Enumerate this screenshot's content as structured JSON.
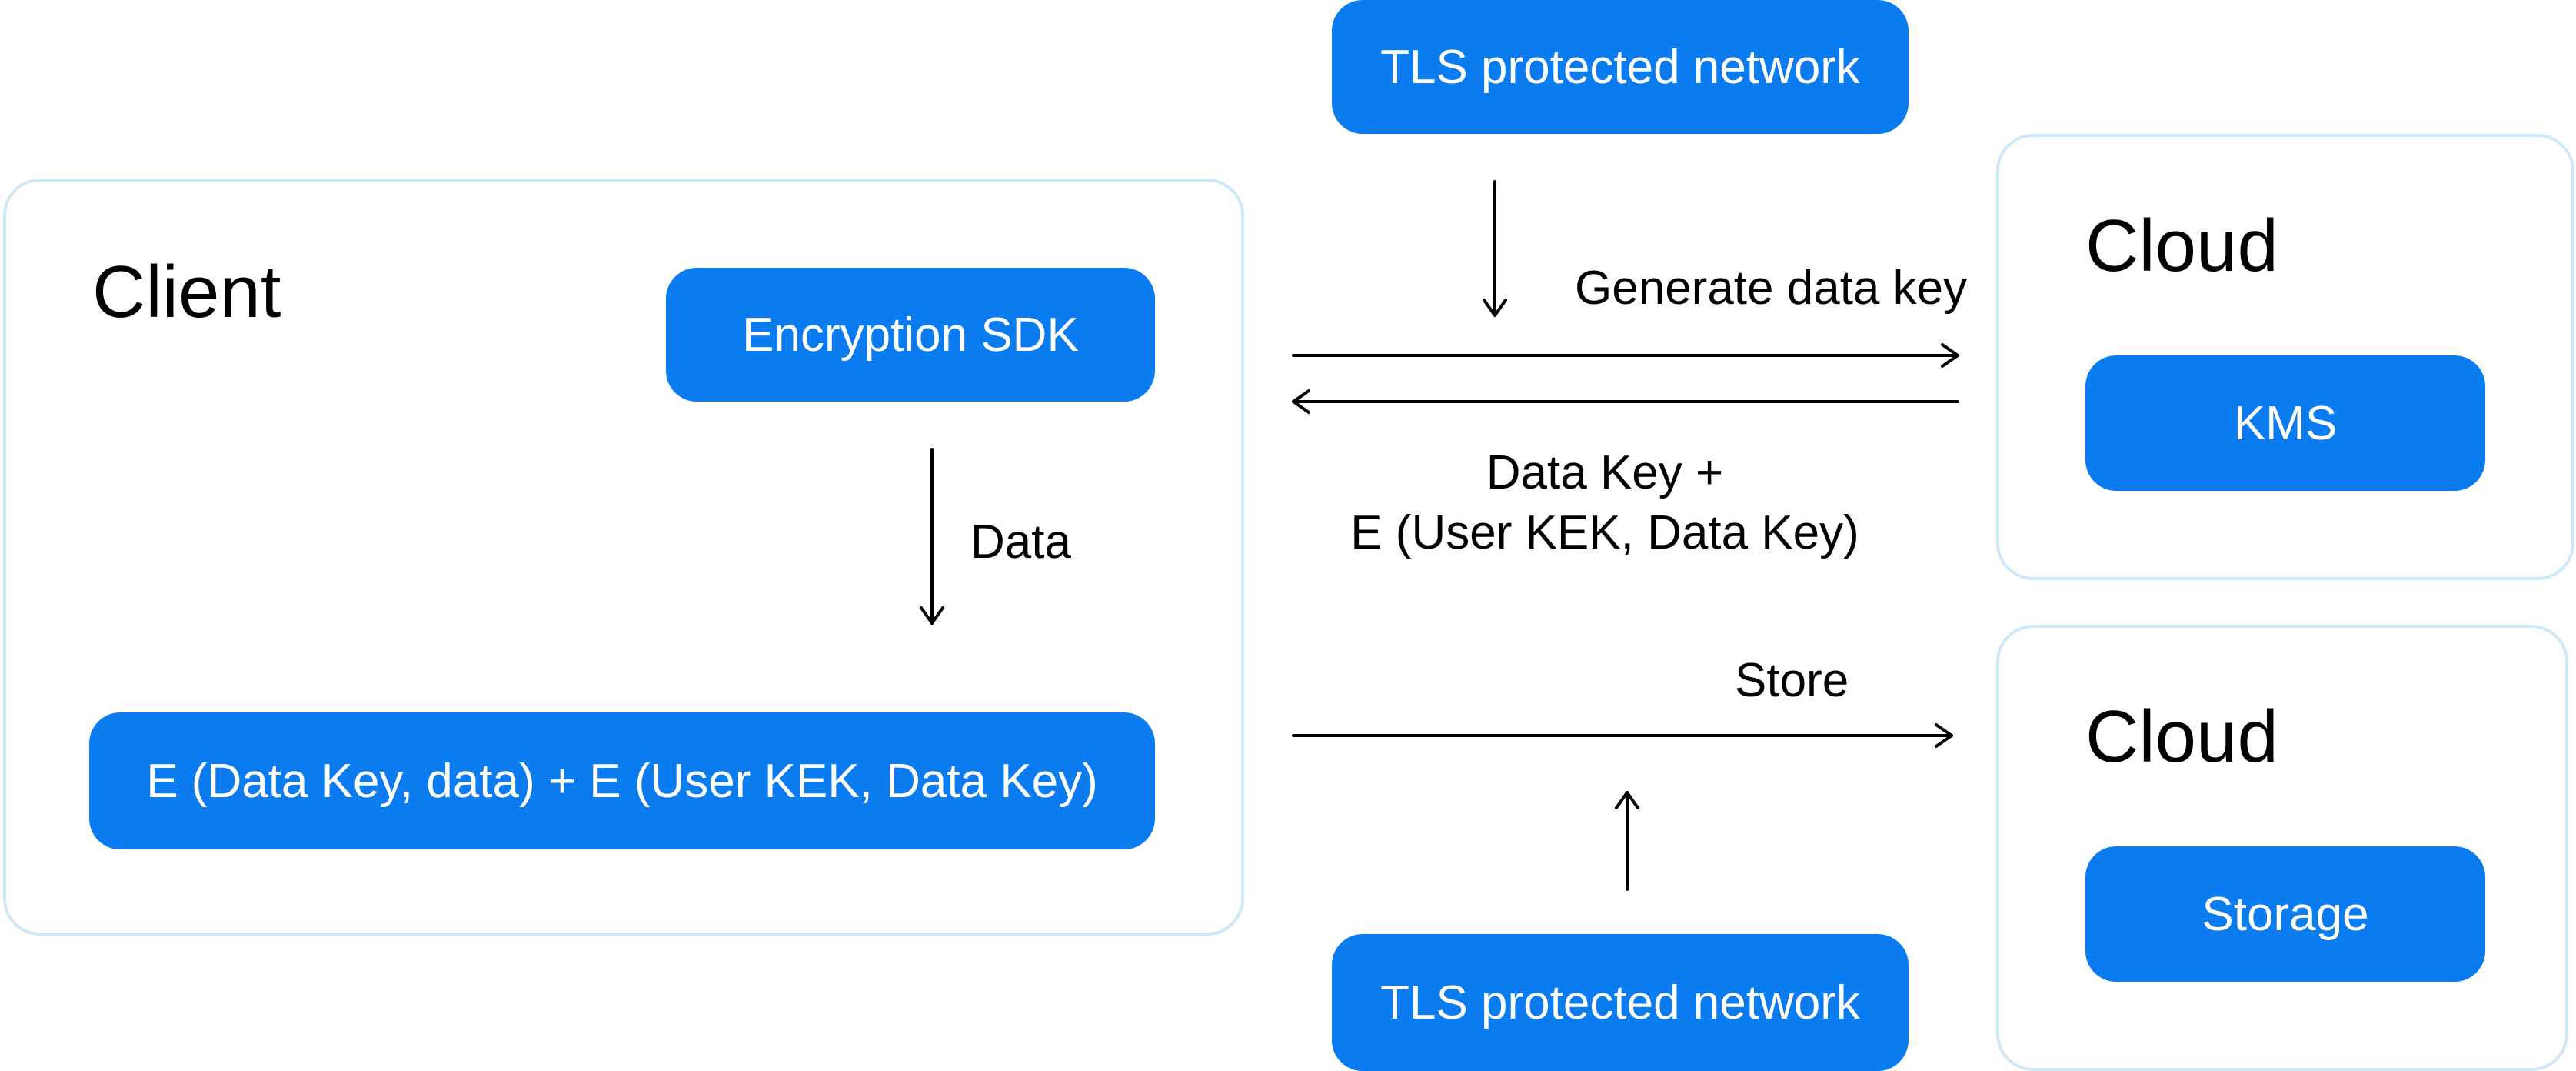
{
  "client_panel": {
    "title": "Client",
    "sdk_label": "Encryption SDK",
    "data_label": "Data",
    "output_label": "E (Data Key, data) + E (User KEK, Data Key)"
  },
  "network": {
    "top_label": "TLS protected network",
    "bottom_label": "TLS protected network"
  },
  "flows": {
    "generate_label": "Generate data key",
    "response_line1": "Data Key +",
    "response_line2": "E (User KEK, Data Key)",
    "store_label": "Store"
  },
  "kms_panel": {
    "title": "Cloud",
    "service_label": "KMS"
  },
  "storage_panel": {
    "title": "Cloud",
    "service_label": "Storage"
  },
  "colors": {
    "box_fill": "#0a7cf0",
    "panel_border": "#cfe8f8",
    "text": "#000000"
  }
}
